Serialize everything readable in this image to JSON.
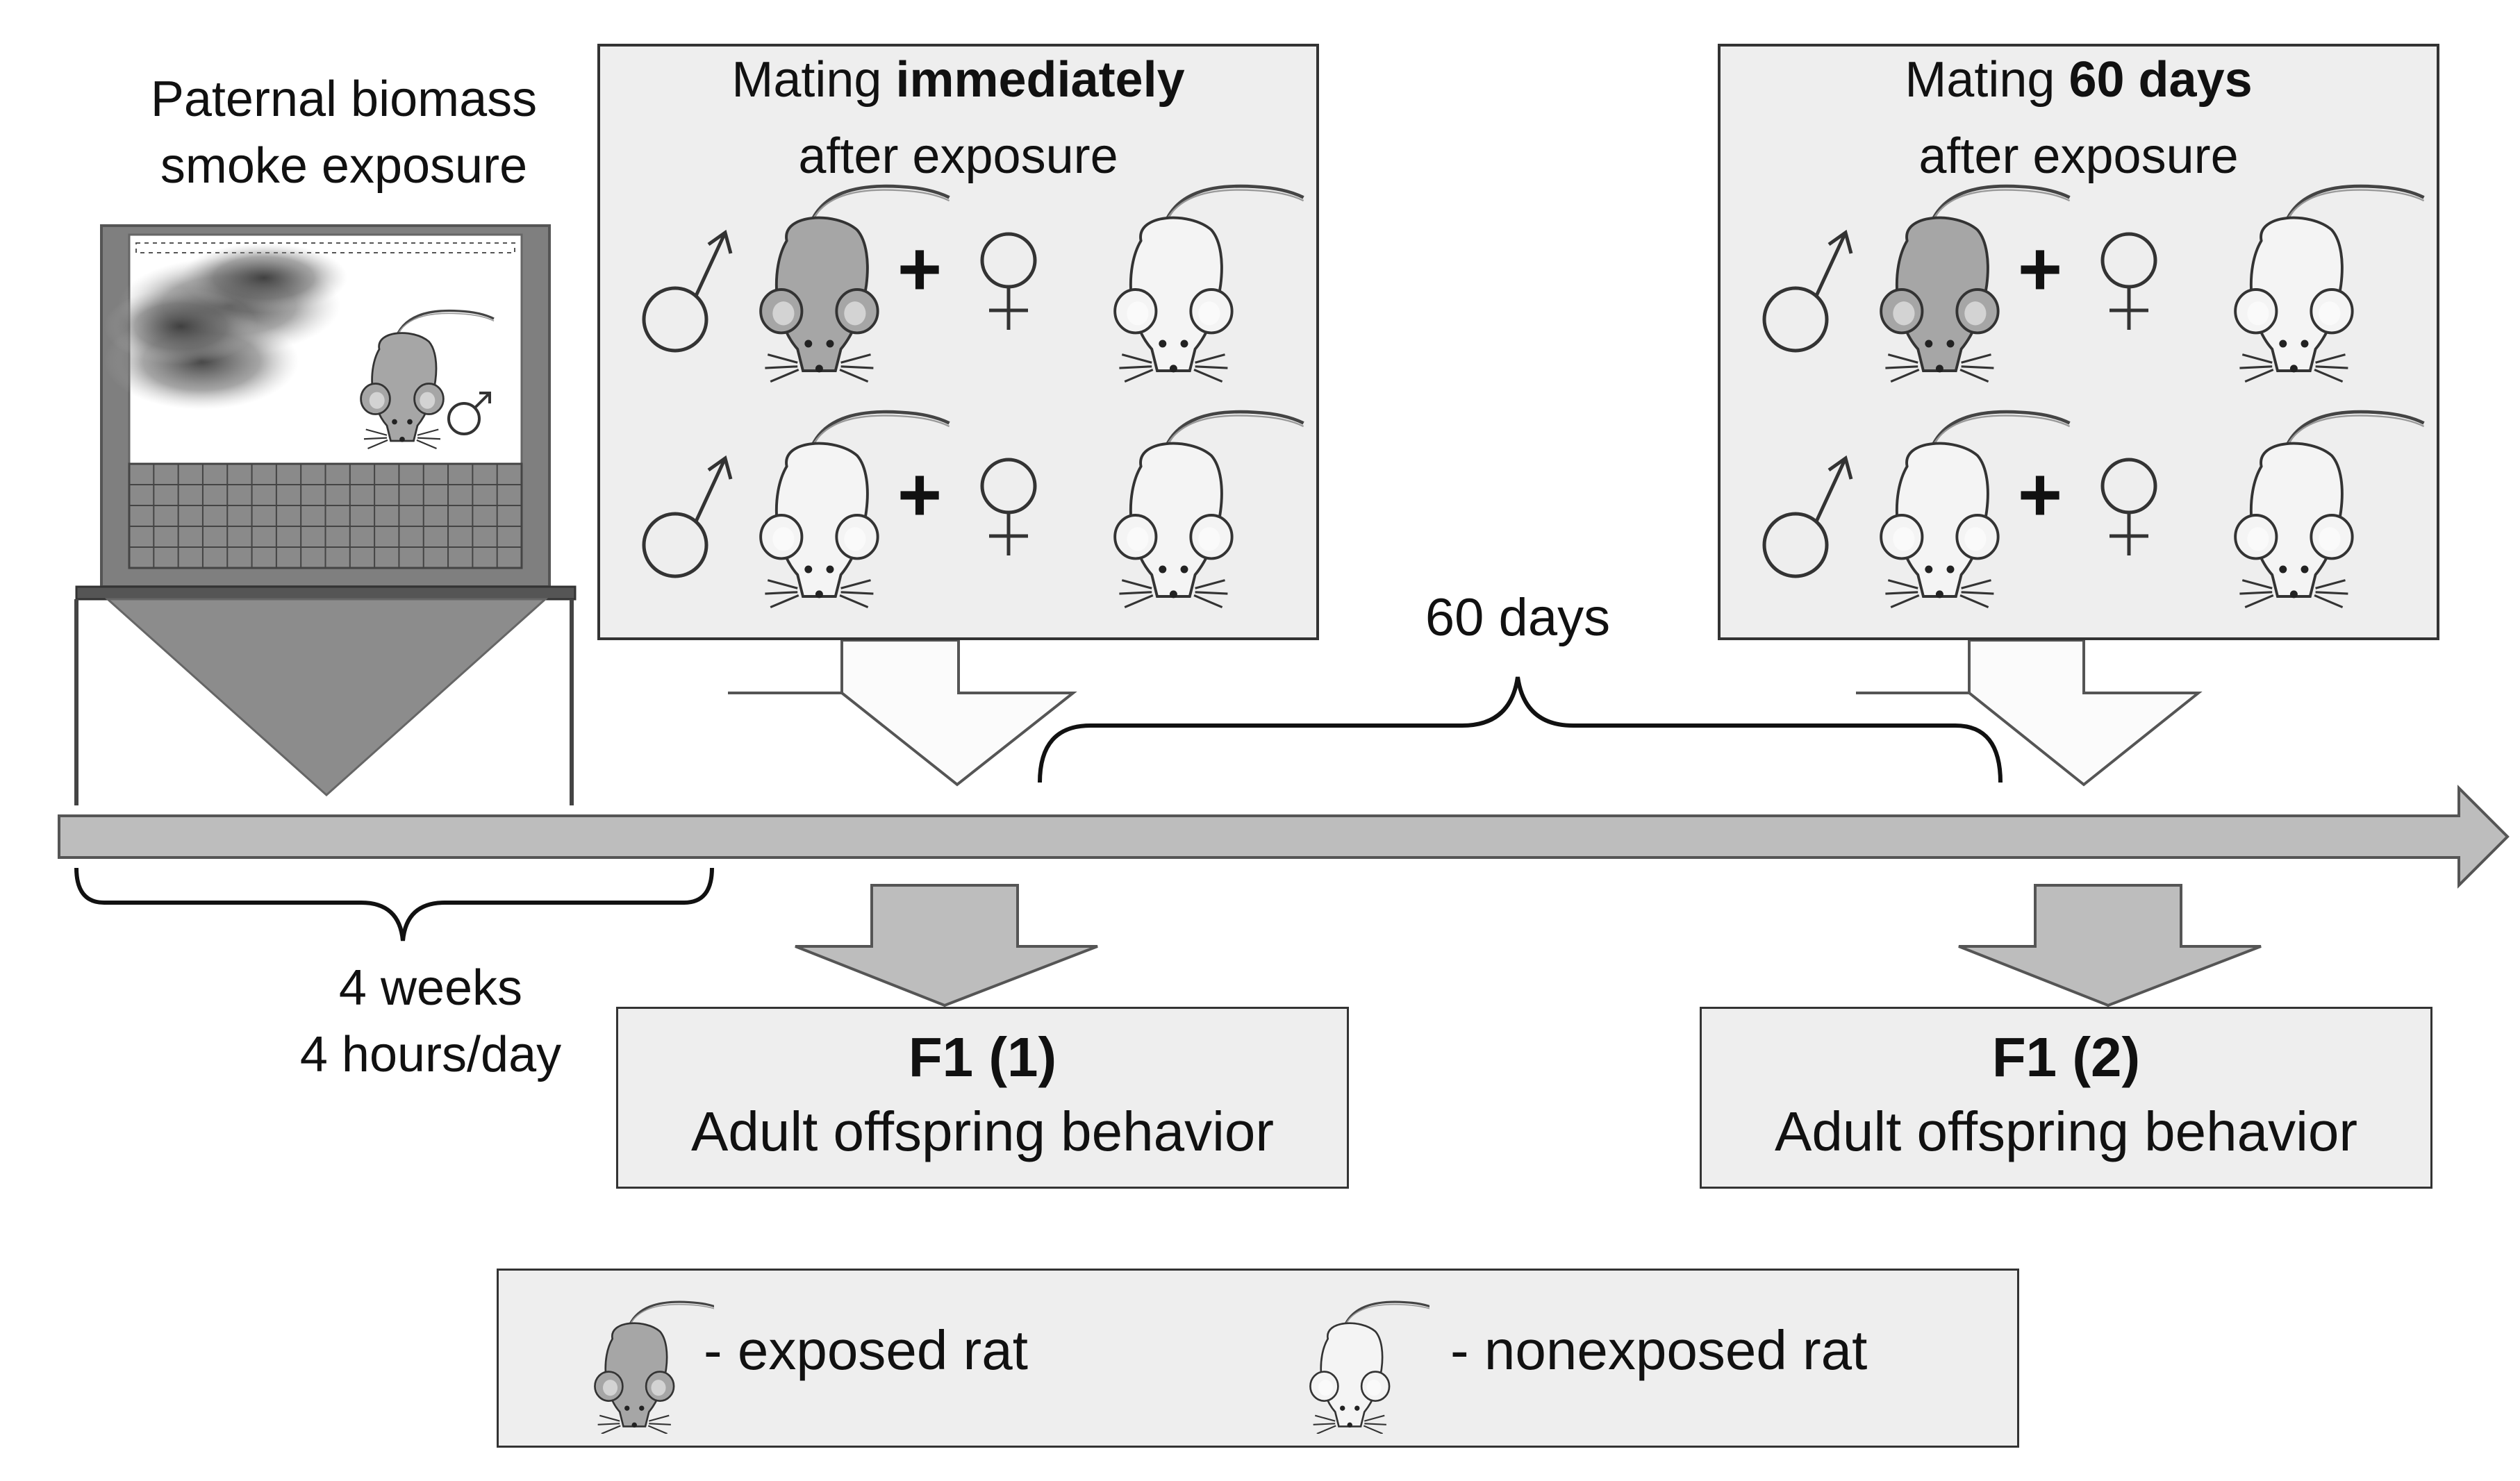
{
  "exposure": {
    "title_line1": "Paternal biomass",
    "title_line2": "smoke  exposure",
    "duration_line1": "4 weeks",
    "duration_line2": "4 hours/day"
  },
  "mating_immediate": {
    "prefix": "Mating",
    "emphasis": "immediately",
    "line2": "after exposure"
  },
  "mating_60": {
    "prefix": "Mating",
    "emphasis": "60 days",
    "line2": "after exposure"
  },
  "interval_label": "60 days",
  "offspring_1": {
    "title": "F1 (1)",
    "subtitle": "Adult offspring behavior"
  },
  "offspring_2": {
    "title": "F1 (2)",
    "subtitle": "Adult offspring behavior"
  },
  "legend": {
    "exposed": "- exposed rat",
    "nonexposed": "- nonexposed rat"
  },
  "symbols": {
    "plus": "+"
  },
  "colors": {
    "exposed_rat": "#a6a6a6",
    "nonexposed_rat": "#f4f4f4",
    "box_fill": "#eeeeee",
    "arrow_fill": "#bdbdbd",
    "chamber_frame": "#7f7f7f"
  }
}
